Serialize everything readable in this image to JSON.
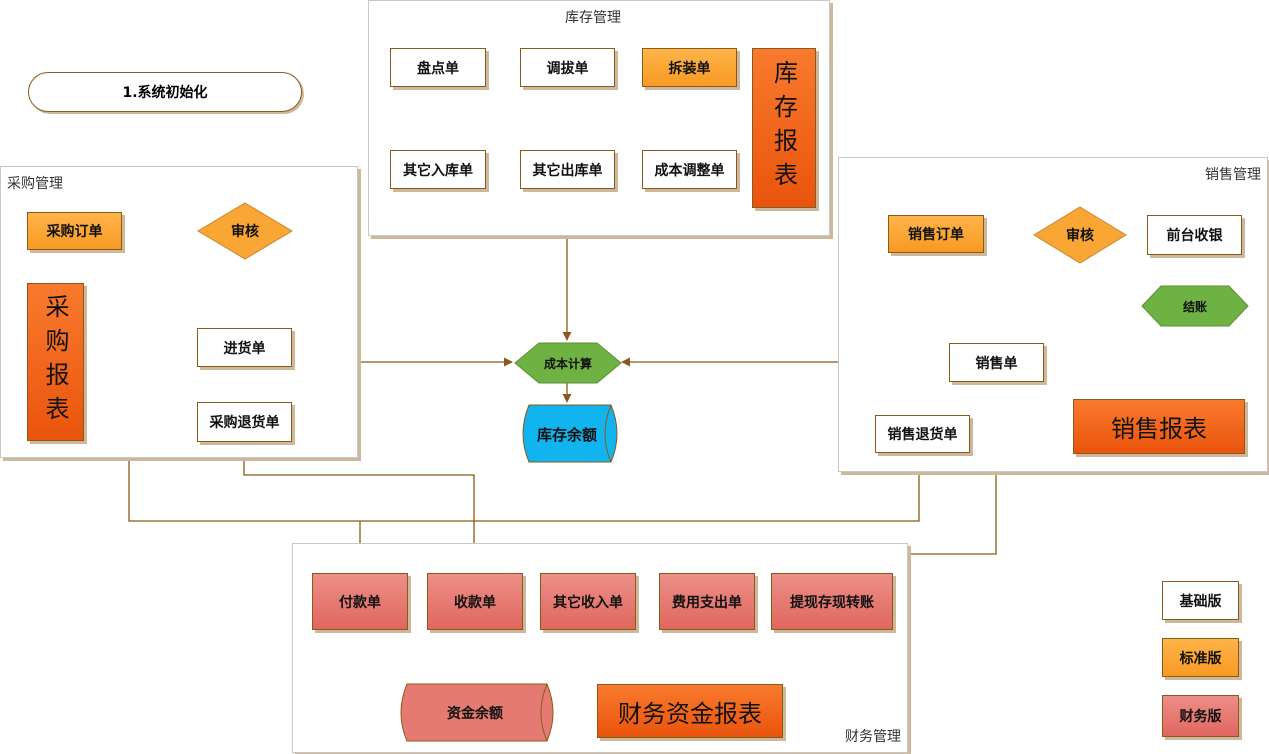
{
  "title": "1.系统初始化",
  "groups": {
    "inventory": {
      "label": "库存管理",
      "nodes": [
        "盘点单",
        "调拔单",
        "拆装单",
        "其它入库单",
        "其它出库单",
        "成本调整单"
      ],
      "report": "库存报表"
    },
    "purchase": {
      "label": "采购管理",
      "nodes": [
        "采购订单",
        "审核",
        "进货单",
        "采购退货单"
      ],
      "report": "采购报表"
    },
    "sales": {
      "label": "销售管理",
      "nodes": [
        "销售订单",
        "审核",
        "前台收银",
        "结账",
        "销售单",
        "销售退货单"
      ],
      "report": "销售报表"
    },
    "finance": {
      "label": "财务管理",
      "nodes": [
        "付款单",
        "收款单",
        "其它收入单",
        "费用支出单",
        "提现存现转账"
      ],
      "balance": "资金余额",
      "report": "财务资金报表"
    }
  },
  "center": {
    "cost_calc": "成本计算",
    "stock_balance": "库存余额"
  },
  "legend": [
    "基础版",
    "标准版",
    "财务版"
  ],
  "colors": {
    "line": "#8a5a1a",
    "orange": "#f79a23",
    "red": "#e0675e",
    "report": "#ea540c",
    "green": "#6fb244",
    "blue": "#12b4ef"
  }
}
